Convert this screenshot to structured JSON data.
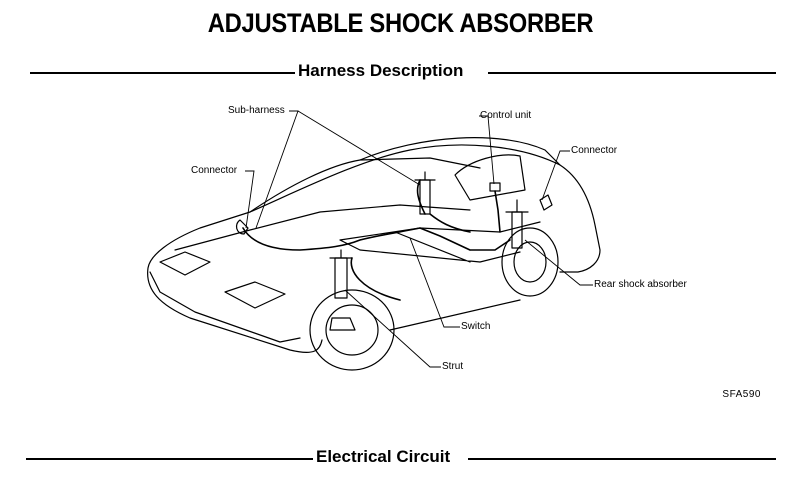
{
  "title": "ADJUSTABLE SHOCK ABSORBER",
  "sections": {
    "harness": "Harness Description",
    "circuit": "Electrical Circuit"
  },
  "callouts": {
    "sub_harness": "Sub-harness",
    "control_unit": "Control unit",
    "connector_left": "Connector",
    "connector_right": "Connector",
    "rear_shock_absorber": "Rear shock absorber",
    "switch": "Switch",
    "strut": "Strut"
  },
  "figure_code": "SFA590",
  "colors": {
    "ink": "#000000",
    "paper": "#ffffff"
  }
}
